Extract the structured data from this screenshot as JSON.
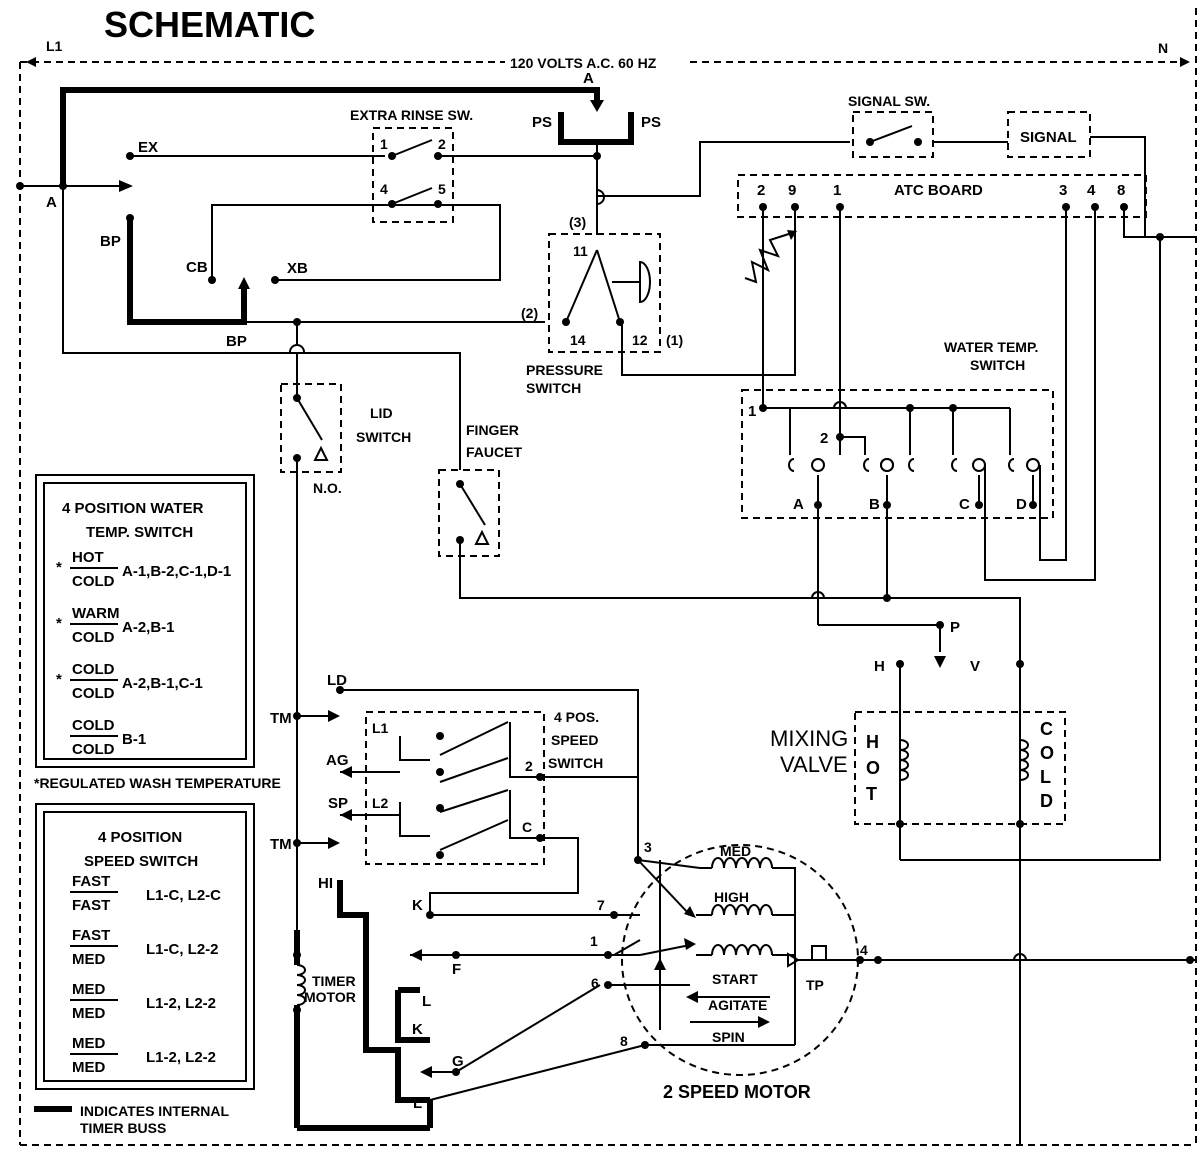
{
  "title": "SCHEMATIC",
  "supply": {
    "l1": "L1",
    "n": "N",
    "voltage": "120 VOLTS A.C. 60 HZ"
  },
  "nodes": {
    "a_top": "A",
    "a_left": "A",
    "ex": "EX",
    "bp_left": "BP",
    "cb": "CB",
    "xb": "XB",
    "bp_bottom": "BP",
    "ps_left": "PS",
    "ps_right": "PS",
    "ld": "LD",
    "tm1": "TM",
    "ag": "AG",
    "sp": "SP",
    "tm2": "TM",
    "hi": "HI",
    "k1": "K",
    "f": "F",
    "l_a": "L",
    "k2": "K",
    "g": "G",
    "l_b": "L",
    "p": "P",
    "h": "H",
    "v": "V"
  },
  "components": {
    "extra_rinse": {
      "label": "EXTRA RINSE SW.",
      "t1": "1",
      "t2": "2",
      "t4": "4",
      "t5": "5"
    },
    "pressure": {
      "label1": "PRESSURE",
      "label2": "SWITCH",
      "t11": "11",
      "t14": "14",
      "t12": "12",
      "n3": "(3)",
      "n2": "(2)",
      "n1": "(1)"
    },
    "signal_sw": {
      "label": "SIGNAL SW."
    },
    "signal": {
      "label": "SIGNAL"
    },
    "atc": {
      "label": "ATC BOARD",
      "t2": "2",
      "t9": "9",
      "t1": "1",
      "t3": "3",
      "t4": "4",
      "t8": "8"
    },
    "water_temp": {
      "label1": "WATER TEMP.",
      "label2": "SWITCH",
      "t1": "1",
      "t2": "2",
      "a": "A",
      "b": "B",
      "c": "C",
      "d": "D"
    },
    "lid": {
      "label1": "LID",
      "label2": "SWITCH",
      "no": "N.O."
    },
    "finger": {
      "label1": "FINGER",
      "label2": "FAUCET"
    },
    "speed_switch": {
      "label1": "4 POS.",
      "label2": "SPEED",
      "label3": "SWITCH",
      "l1": "L1",
      "l2": "L2",
      "t2": "2",
      "c": "C"
    },
    "mixing": {
      "label1": "MIXING",
      "label2": "VALVE",
      "hot": [
        "H",
        "O",
        "T"
      ],
      "cold": [
        "C",
        "O",
        "L",
        "D"
      ]
    },
    "timer_motor": {
      "label1": "TIMER",
      "label2": "MOTOR"
    },
    "motor": {
      "label": "2 SPEED MOTOR",
      "med": "MED",
      "high": "HIGH",
      "start": "START",
      "agitate": "AGITATE",
      "spin": "SPIN",
      "tp": "TP",
      "n3": "3",
      "n7": "7",
      "n1": "1",
      "n6": "6",
      "n8": "8",
      "n4": "4"
    }
  },
  "temp_table": {
    "title1": "4 POSITION WATER",
    "title2": "TEMP. SWITCH",
    "rows": [
      {
        "mark": "*",
        "top": "HOT",
        "bottom": "COLD",
        "value": "A-1,B-2,C-1,D-1"
      },
      {
        "mark": "*",
        "top": "WARM",
        "bottom": "COLD",
        "value": "A-2,B-1"
      },
      {
        "mark": "*",
        "top": "COLD",
        "bottom": "COLD",
        "value": "A-2,B-1,C-1"
      },
      {
        "mark": "",
        "top": "COLD",
        "bottom": "COLD",
        "value": "B-1"
      }
    ],
    "footnote": "*REGULATED WASH TEMPERATURE"
  },
  "speed_table": {
    "title1": "4 POSITION",
    "title2": "SPEED SWITCH",
    "rows": [
      {
        "top": "FAST",
        "bottom": "FAST",
        "value": "L1-C, L2-C"
      },
      {
        "top": "FAST",
        "bottom": "MED",
        "value": "L1-C, L2-2"
      },
      {
        "top": "MED",
        "bottom": "MED",
        "value": "L1-2, L2-2"
      },
      {
        "top": "MED",
        "bottom": "MED",
        "value": "L1-2, L2-2"
      }
    ]
  },
  "legend": {
    "line1": "INDICATES INTERNAL",
    "line2": "TIMER BUSS"
  }
}
